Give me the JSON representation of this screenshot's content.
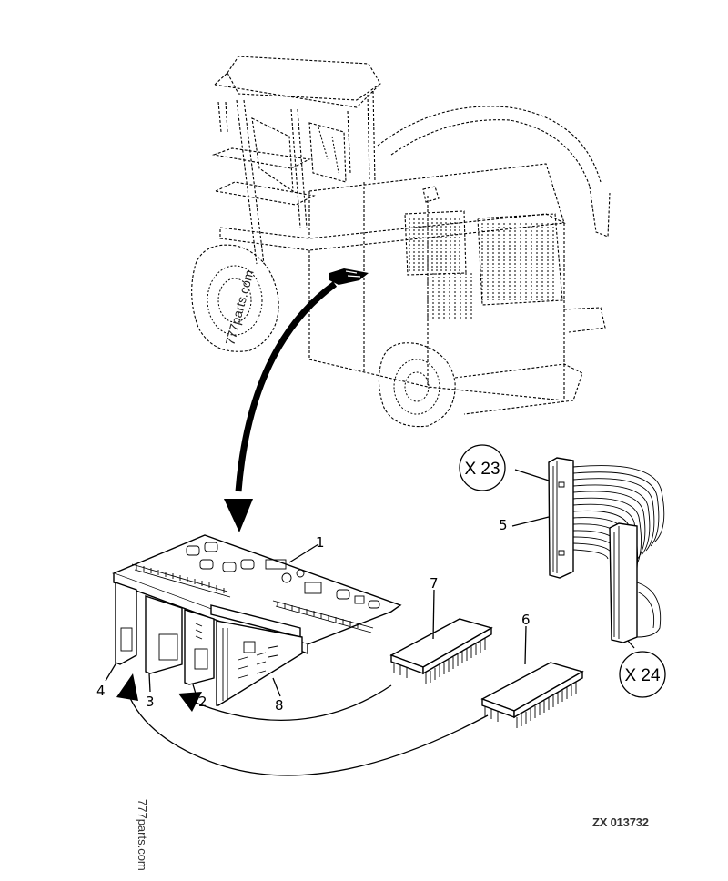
{
  "diagram": {
    "type": "exploded-parts-illustration",
    "subject": "forage harvester electronic control boards",
    "reference_code": "ZX 013732",
    "watermarks": [
      "777parts.com",
      "777parts.com"
    ],
    "callouts": [
      {
        "id": "1",
        "label": "1",
        "part": "main circuit board"
      },
      {
        "id": "2",
        "label": "2",
        "part": "plug-in card"
      },
      {
        "id": "3",
        "label": "3",
        "part": "plug-in card"
      },
      {
        "id": "4",
        "label": "4",
        "part": "plug-in card"
      },
      {
        "id": "5",
        "label": "5",
        "part": "ribbon cable"
      },
      {
        "id": "6",
        "label": "6",
        "part": "IC chip"
      },
      {
        "id": "7",
        "label": "7",
        "part": "IC chip"
      },
      {
        "id": "8",
        "label": "8",
        "part": "plug-in card"
      }
    ],
    "connectors": [
      {
        "id": "X23",
        "label": "X 23"
      },
      {
        "id": "X24",
        "label": "X 24"
      }
    ]
  }
}
